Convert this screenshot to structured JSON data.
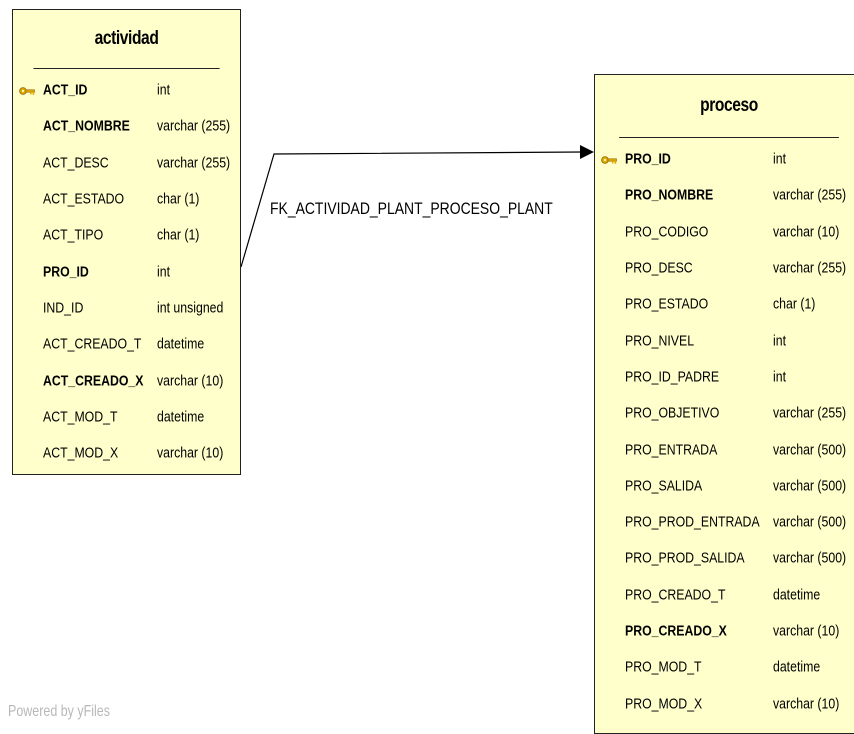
{
  "entities": {
    "actividad": {
      "name": "actividad",
      "columns": [
        {
          "name": "ACT_ID",
          "type": "int",
          "pk": true,
          "bold": true
        },
        {
          "name": "ACT_NOMBRE",
          "type": "varchar (255)",
          "pk": false,
          "bold": true
        },
        {
          "name": "ACT_DESC",
          "type": "varchar (255)",
          "pk": false,
          "bold": false
        },
        {
          "name": "ACT_ESTADO",
          "type": "char (1)",
          "pk": false,
          "bold": false
        },
        {
          "name": "ACT_TIPO",
          "type": "char (1)",
          "pk": false,
          "bold": false
        },
        {
          "name": "PRO_ID",
          "type": "int",
          "pk": false,
          "bold": true
        },
        {
          "name": "IND_ID",
          "type": "int unsigned",
          "pk": false,
          "bold": false
        },
        {
          "name": "ACT_CREADO_T",
          "type": "datetime",
          "pk": false,
          "bold": false
        },
        {
          "name": "ACT_CREADO_X",
          "type": "varchar (10)",
          "pk": false,
          "bold": true
        },
        {
          "name": "ACT_MOD_T",
          "type": "datetime",
          "pk": false,
          "bold": false
        },
        {
          "name": "ACT_MOD_X",
          "type": "varchar (10)",
          "pk": false,
          "bold": false
        }
      ]
    },
    "proceso": {
      "name": "proceso",
      "columns": [
        {
          "name": "PRO_ID",
          "type": "int",
          "pk": true,
          "bold": true
        },
        {
          "name": "PRO_NOMBRE",
          "type": "varchar (255)",
          "pk": false,
          "bold": true
        },
        {
          "name": "PRO_CODIGO",
          "type": "varchar (10)",
          "pk": false,
          "bold": false
        },
        {
          "name": "PRO_DESC",
          "type": "varchar (255)",
          "pk": false,
          "bold": false
        },
        {
          "name": "PRO_ESTADO",
          "type": "char (1)",
          "pk": false,
          "bold": false
        },
        {
          "name": "PRO_NIVEL",
          "type": "int",
          "pk": false,
          "bold": false
        },
        {
          "name": "PRO_ID_PADRE",
          "type": "int",
          "pk": false,
          "bold": false
        },
        {
          "name": "PRO_OBJETIVO",
          "type": "varchar (255)",
          "pk": false,
          "bold": false
        },
        {
          "name": "PRO_ENTRADA",
          "type": "varchar (500)",
          "pk": false,
          "bold": false
        },
        {
          "name": "PRO_SALIDA",
          "type": "varchar (500)",
          "pk": false,
          "bold": false
        },
        {
          "name": "PRO_PROD_ENTRADA",
          "type": "varchar (500)",
          "pk": false,
          "bold": false
        },
        {
          "name": "PRO_PROD_SALIDA",
          "type": "varchar (500)",
          "pk": false,
          "bold": false
        },
        {
          "name": "PRO_CREADO_T",
          "type": "datetime",
          "pk": false,
          "bold": false
        },
        {
          "name": "PRO_CREADO_X",
          "type": "varchar (10)",
          "pk": false,
          "bold": true
        },
        {
          "name": "PRO_MOD_T",
          "type": "datetime",
          "pk": false,
          "bold": false
        },
        {
          "name": "PRO_MOD_X",
          "type": "varchar (10)",
          "pk": false,
          "bold": false
        }
      ]
    }
  },
  "relationship": {
    "label": "FK_ACTIVIDAD_PLANT_PROCESO_PLANT"
  },
  "watermark": "Powered by yFiles",
  "colors": {
    "entity_fill": "#ffffcc",
    "key_icon": "#e0a800"
  },
  "icons": {
    "primary_key": "key-icon"
  }
}
